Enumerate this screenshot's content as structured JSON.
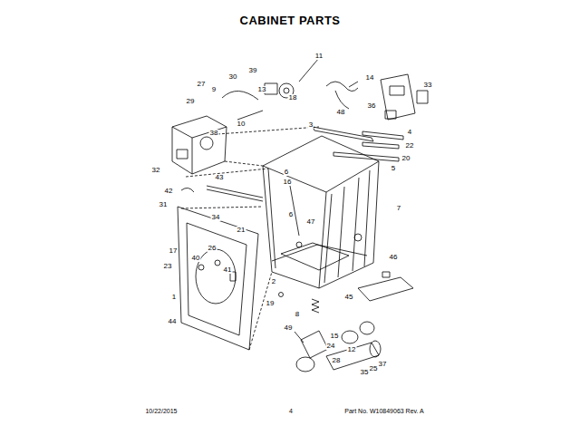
{
  "diagram": {
    "title": "CABINET PARTS",
    "labels": [
      "11",
      "30",
      "39",
      "13",
      "18",
      "14",
      "33",
      "27",
      "9",
      "29",
      "10",
      "48",
      "36",
      "3",
      "4",
      "38",
      "22",
      "20",
      "5",
      "32",
      "6",
      "16",
      "43",
      "42",
      "7",
      "31",
      "34",
      "6",
      "47",
      "21",
      "17",
      "26",
      "40",
      "46",
      "23",
      "41",
      "2",
      "45",
      "1",
      "19",
      "8",
      "44",
      "49",
      "15",
      "12",
      "24",
      "28",
      "37",
      "25",
      "35",
      "10/22/2015",
      "4",
      "Part No. W10849063  Rev. A"
    ]
  }
}
